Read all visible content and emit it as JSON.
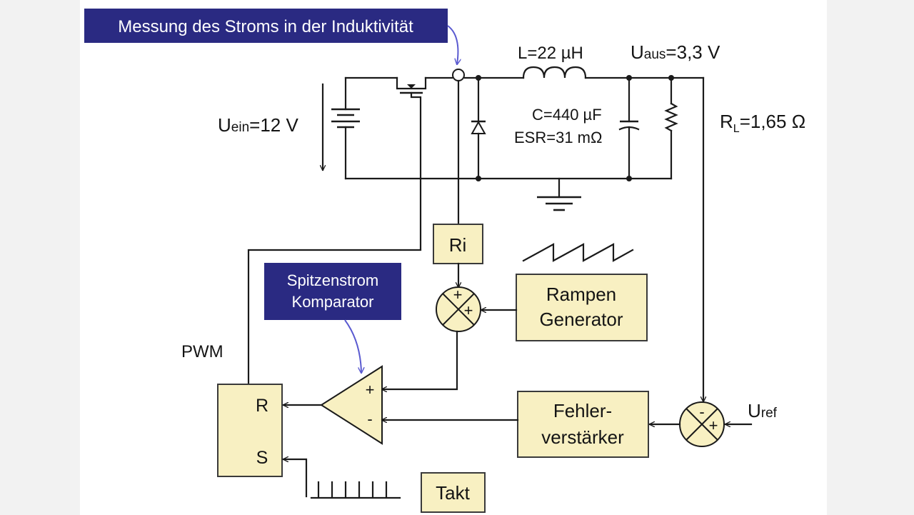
{
  "callouts": {
    "measurement": "Messung des Stroms in der Induktivität",
    "comparator_line1": "Spitzenstrom",
    "comparator_line2": "Komparator"
  },
  "labels": {
    "inductor_value": "L=22 µH",
    "output_voltage_symbol": "U",
    "output_voltage_sub": "aus",
    "output_voltage_value": "=3,3 V",
    "input_voltage_symbol": "U",
    "input_voltage_sub": "ein",
    "input_voltage_value": "=12 V",
    "capacitor_value": "C=440 µF",
    "esr_value": "ESR=31 mΩ",
    "load_symbol": "R",
    "load_sub": "L",
    "load_value": "=1,65 Ω",
    "pwm": "PWM",
    "reference_symbol": "U",
    "reference_sub": "ref"
  },
  "blocks": {
    "sense_resistor": "Ri",
    "ramp_line1": "Rampen",
    "ramp_line2": "Generator",
    "error_amp_line1": "Fehler-",
    "error_amp_line2": "verstärker",
    "latch_reset": "R",
    "latch_set": "S",
    "clock": "Takt"
  },
  "signs": {
    "plus": "+",
    "minus": "-"
  }
}
